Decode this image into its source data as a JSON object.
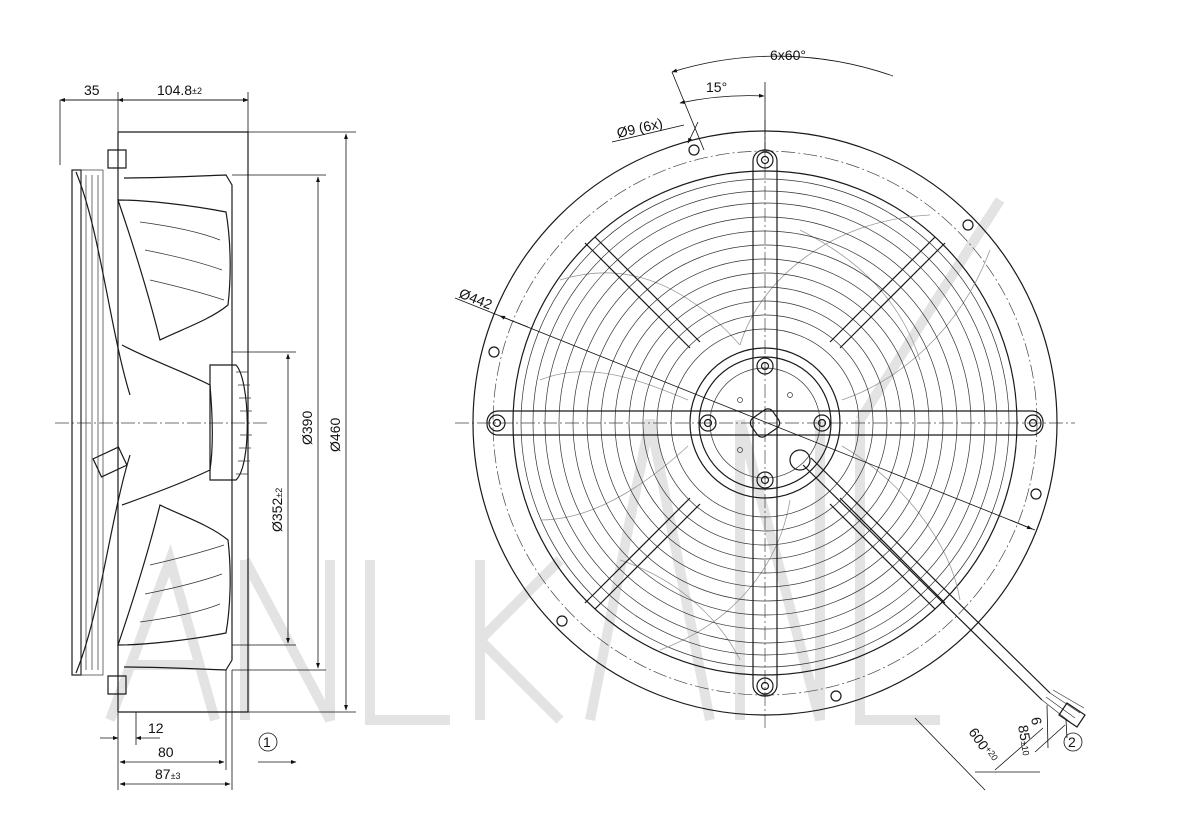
{
  "side_view": {
    "dim_depth_front": "35",
    "dim_depth_main": "104.8",
    "dim_depth_main_tol": "±2",
    "dim_dia_inner": "Ø352",
    "dim_dia_inner_tol": "±2",
    "dim_dia_mid": "Ø390",
    "dim_dia_outer": "Ø460",
    "dim_flange": "12",
    "dim_80": "80",
    "dim_87": "87",
    "dim_87_tol": "±3",
    "airflow_marker": "1"
  },
  "front_view": {
    "dim_pattern": "6x60°",
    "dim_angle": "15°",
    "dim_holes": "Ø9 (6x)",
    "dim_bolt_circle": "Ø442",
    "dim_cable_length": "600",
    "dim_cable_length_tol": "+20",
    "dim_strip": "85",
    "dim_strip_tol": "±10",
    "dim_wire": "6",
    "cable_marker": "2"
  },
  "colors": {
    "line": "#1a1a1a",
    "watermark": "#e3e3e3"
  }
}
